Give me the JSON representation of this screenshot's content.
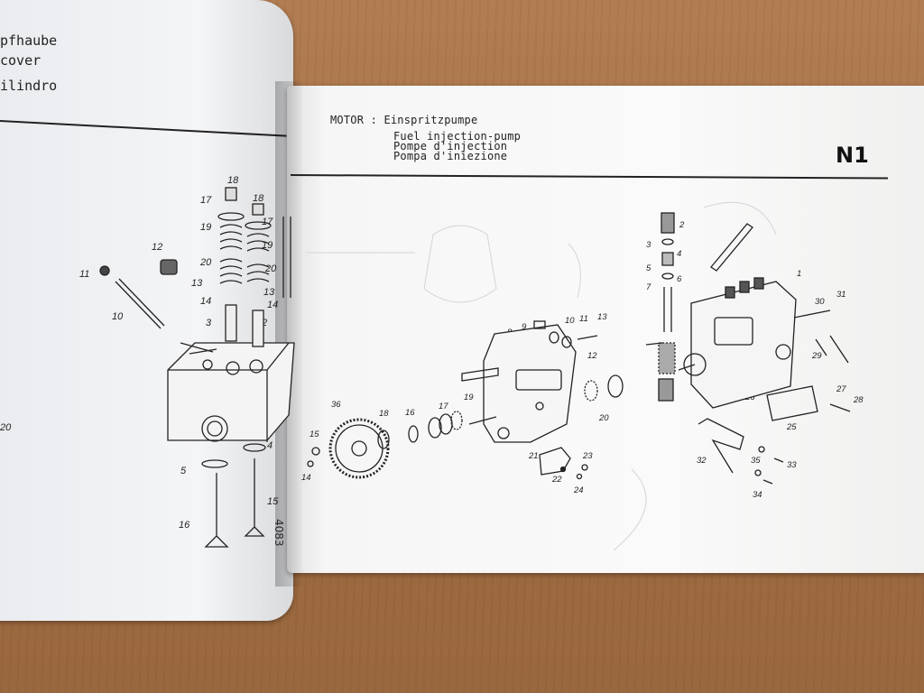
{
  "left_page": {
    "title_lines": [
      "pfhaube",
      "cover",
      "ilindro"
    ],
    "margin_number": "20",
    "side_code": "4083",
    "part_labels": [
      "18",
      "17",
      "18",
      "19",
      "17",
      "12",
      "19",
      "11",
      "20",
      "13",
      "20",
      "10",
      "14",
      "13",
      "3",
      "14",
      "2",
      "4",
      "5",
      "15",
      "16"
    ]
  },
  "right_page": {
    "section": "MOTOR",
    "separator": ":",
    "title_de": "Einspritzpumpe",
    "title_en": "Fuel injection-pump",
    "title_fr": "Pompe d'injection",
    "title_it": "Pompa d'iniezione",
    "page_code": "N1",
    "part_labels": [
      "2",
      "3",
      "4",
      "5",
      "6",
      "7",
      "1",
      "8",
      "9",
      "10",
      "11",
      "13",
      "12",
      "30",
      "31",
      "36",
      "18",
      "16",
      "17",
      "19",
      "20",
      "29",
      "15",
      "14",
      "26",
      "27",
      "28",
      "25",
      "21",
      "23",
      "22",
      "24",
      "32",
      "35",
      "33",
      "34"
    ]
  }
}
